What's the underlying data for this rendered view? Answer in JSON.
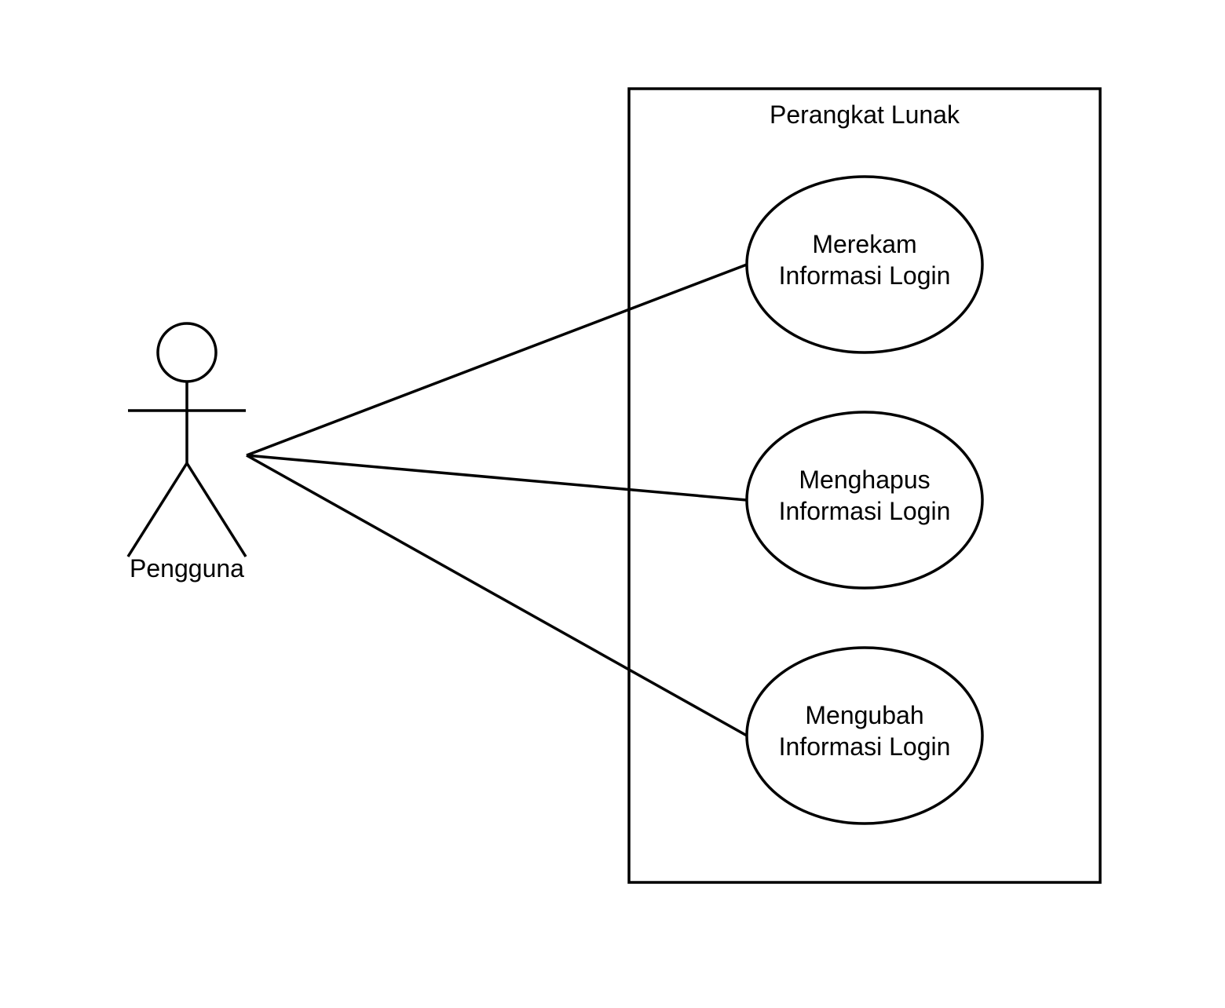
{
  "diagram": {
    "type": "use-case",
    "system": {
      "label": "Perangkat Lunak"
    },
    "actor": {
      "label": "Pengguna"
    },
    "use_cases": [
      {
        "id": "uc-1",
        "line1": "Merekam",
        "line2": "Informasi Login"
      },
      {
        "id": "uc-2",
        "line1": "Menghapus",
        "line2": "Informasi Login"
      },
      {
        "id": "uc-3",
        "line1": "Mengubah",
        "line2": "Informasi Login"
      }
    ],
    "associations": [
      {
        "from": "actor",
        "to": "uc-1"
      },
      {
        "from": "actor",
        "to": "uc-2"
      },
      {
        "from": "actor",
        "to": "uc-3"
      }
    ],
    "colors": {
      "stroke": "#000000",
      "background": "#ffffff"
    }
  }
}
